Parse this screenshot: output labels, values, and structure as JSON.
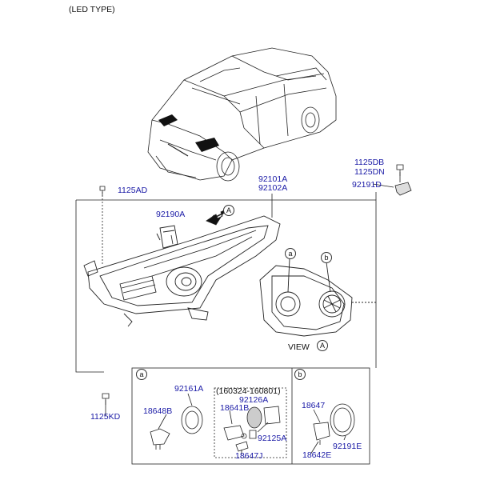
{
  "header": {
    "title": "(LED TYPE)"
  },
  "labels": {
    "p1125DB": "1125DB",
    "p1125DN": "1125DN",
    "p92191D": "92191D",
    "p1125AD": "1125AD",
    "p92101A": "92101A",
    "p92102A": "92102A",
    "p92190A": "92190A",
    "p1125KD": "1125KD",
    "p92161A": "92161A",
    "p18648B": "18648B",
    "date_range": "(160324-160801)",
    "p92126A": "92126A",
    "p18641B": "18641B",
    "p92125A": "92125A",
    "p18647J": "18647J",
    "p18647": "18647",
    "p92191E": "92191E",
    "p18642E": "18642E"
  },
  "markers": {
    "a": "a",
    "b": "b",
    "A": "A"
  },
  "view": {
    "label": "VIEW"
  },
  "colors": {
    "part_number": "#1a1aa6",
    "line": "#222222"
  }
}
